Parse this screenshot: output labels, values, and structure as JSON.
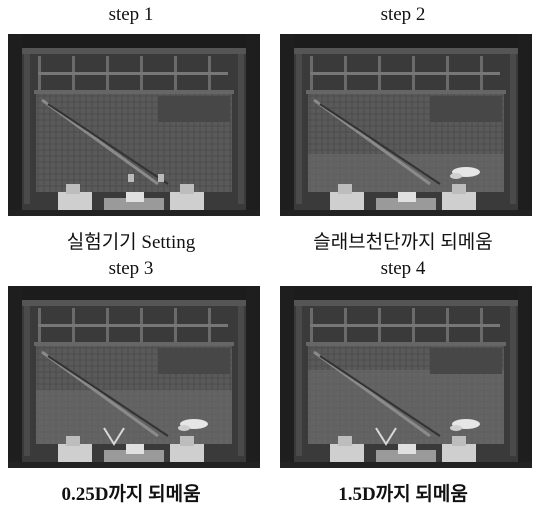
{
  "panels": [
    {
      "step": "step 1",
      "caption": "실험기기 Setting",
      "fill_level": "none"
    },
    {
      "step": "step 2",
      "caption": "슬래브천단까지 되메움",
      "fill_level": "slab-top"
    },
    {
      "step": "step 3",
      "caption": "0.25D까지 되메움",
      "fill_level": "0.25D"
    },
    {
      "step": "step 4",
      "caption": "1.5D까지 되메움",
      "fill_level": "1.5D"
    }
  ],
  "icons": [
    "test-apparatus-photo"
  ]
}
